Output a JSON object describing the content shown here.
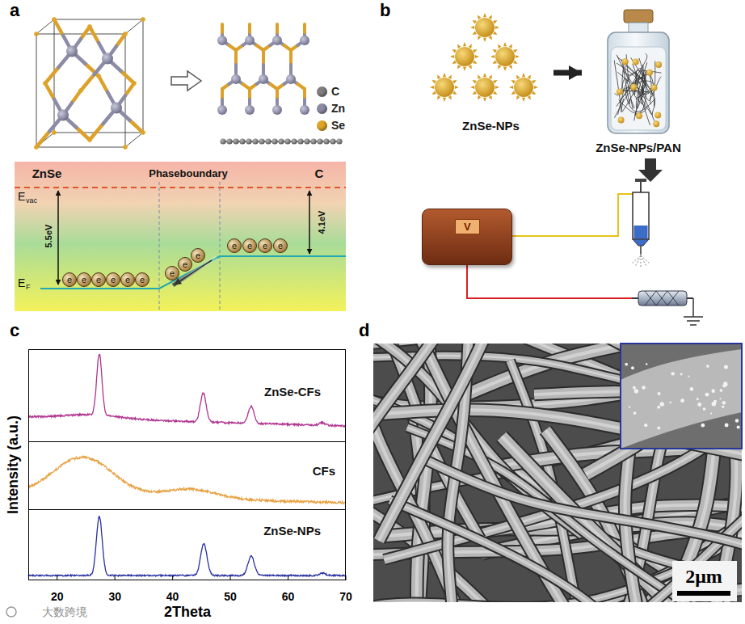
{
  "diagram": {
    "nodes": [
      {
        "text": [
          "e"
        ]
      },
      {
        "text": [
          "e"
        ]
      },
      {
        "text": [
          "e"
        ]
      },
      {
        "text": [
          "e"
        ]
      },
      {
        "text": [
          "e"
        ]
      },
      {
        "text": [
          "e"
        ]
      },
      {
        "text": [
          "e"
        ]
      },
      {
        "text": [
          "e"
        ]
      },
      {
        "text": [
          "e"
        ]
      },
      {
        "text": [
          "e"
        ]
      },
      {
        "text": [
          "e"
        ]
      },
      {
        "text": [
          "e"
        ]
      },
      {
        "text": [
          "e"
        ]
      },
      {
        "text": [
          "ZnSe-NPs"
        ]
      },
      {
        "text": [
          "ZnSe-NPs/PAN"
        ]
      },
      {
        "text": [
          "V"
        ]
      },
      {
        "text": [
          "ZnSe-CFs"
        ]
      },
      {
        "text": [
          "CFs"
        ]
      },
      {
        "text": [
          "ZnSe-NPs"
        ]
      }
    ],
    "edges": [
      {
        "from": 13,
        "to": 14,
        "arrow": "to"
      }
    ],
    "labels": [
      "a",
      "ZnSe",
      "Phaseboundary",
      "C",
      "E",
      "vac",
      "5.5eV",
      "4.1eV",
      "E",
      "F",
      "b",
      "c",
      "Intensity (a.u.)",
      "20",
      "30",
      "40",
      "50",
      "60",
      "70",
      "2Theta",
      "d",
      "2μm",
      "大数跨境"
    ],
    "legend": [
      {
        "text": "C",
        "color": "#7f7f7f"
      },
      {
        "text": "Zn",
        "color": "#8b8ba3"
      },
      {
        "text": "Se",
        "color": "#e0a526"
      }
    ]
  }
}
